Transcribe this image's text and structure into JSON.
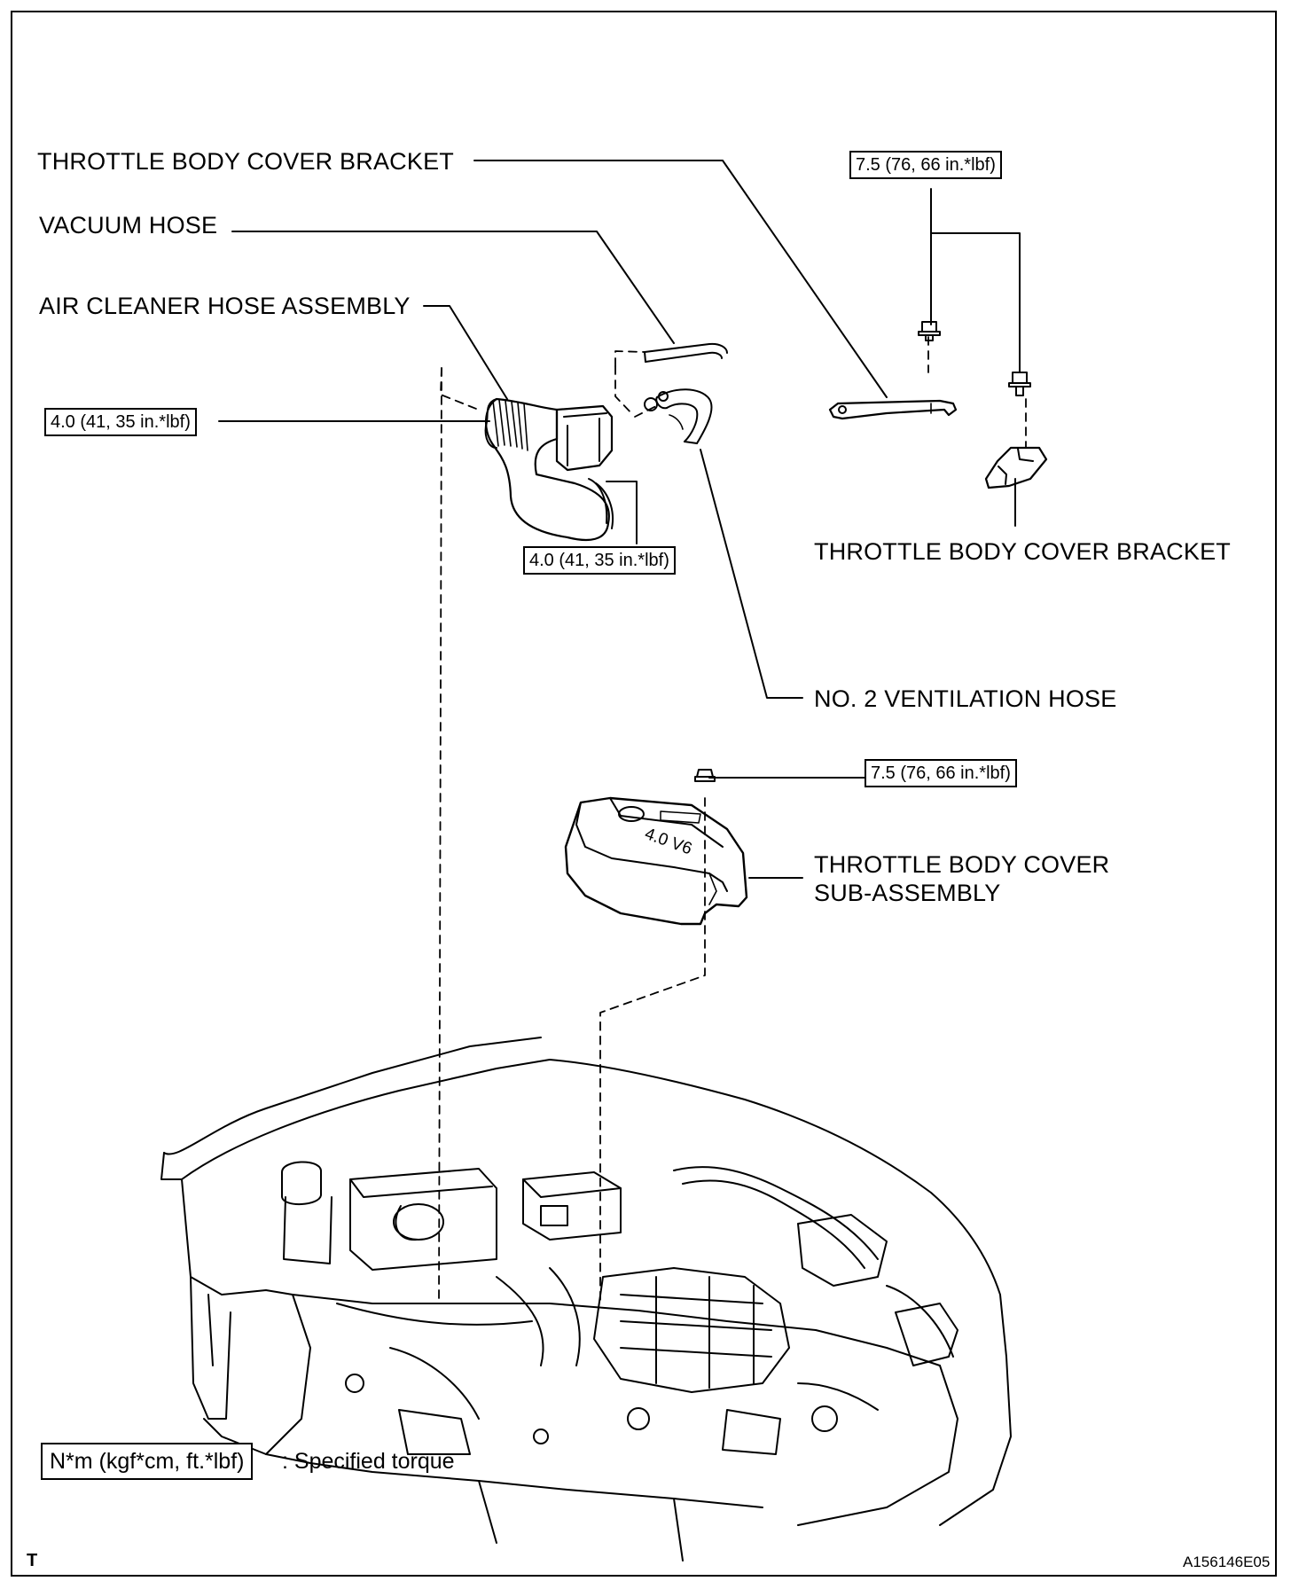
{
  "labels": {
    "tb_cover_bracket_upper": "THROTTLE BODY COVER BRACKET",
    "vacuum_hose": "VACUUM HOSE",
    "air_cleaner_hose": "AIR CLEANER HOSE ASSEMBLY",
    "tb_cover_bracket_lower": "THROTTLE BODY COVER BRACKET",
    "ventilation_hose": "NO. 2 VENTILATION HOSE",
    "tb_cover_sub_line1": "THROTTLE BODY COVER",
    "tb_cover_sub_line2": "SUB-ASSEMBLY"
  },
  "torques": {
    "bracket_bolts": "7.5 (76, 66 in.*lbf)",
    "air_hose_clamp_left": "4.0 (41, 35 in.*lbf)",
    "air_hose_clamp_lower": "4.0 (41, 35 in.*lbf)",
    "cover_nut": "7.5 (76, 66 in.*lbf)"
  },
  "legend": {
    "unit_box": "N*m (kgf*cm, ft.*lbf)",
    "description": ": Specified torque"
  },
  "footer": {
    "left_mark": "T",
    "figure_code": "A156146E05"
  },
  "cover_engraving": "4.0 V6"
}
